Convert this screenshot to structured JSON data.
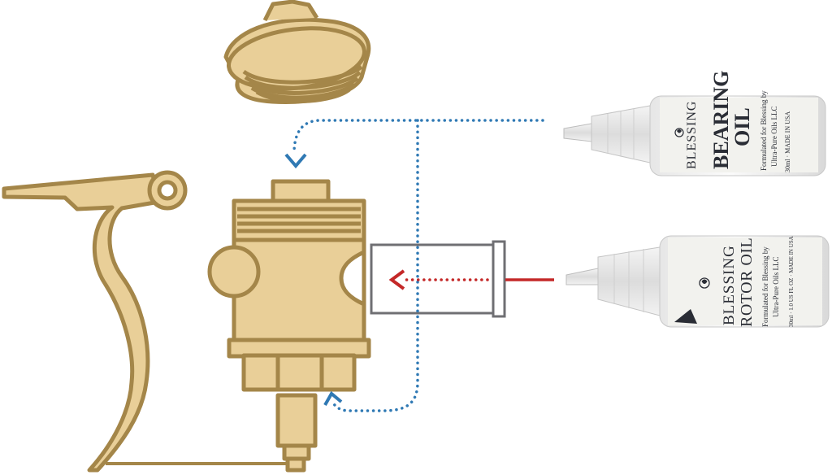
{
  "colors": {
    "brass_fill": "#e9cf98",
    "brass_stroke": "#a48649",
    "bearing_path": "#2f79b4",
    "rotor_path": "#c42828",
    "sleeve": "#6f6f73",
    "bottle_label": "#f2f2ee",
    "bottle_text": "#2a2d35"
  },
  "bearing_bottle": {
    "brand": "BLESSING",
    "product_line1": "BEARING",
    "product_line2": "OIL",
    "formulated_line1": "Formulated for Blessing by",
    "formulated_line2": "Ultra-Pure Oils LLC",
    "volume_line": "30ml · MADE IN USA"
  },
  "rotor_bottle": {
    "brand": "BLESSING",
    "product": "ROTOR OIL",
    "formulated_line1": "Formulated for Blessing by",
    "formulated_line2": "Ultra-Pure Oils LLC",
    "volume_line": "30ml · 1.0 US FL OZ · MADE IN USA"
  },
  "icons": {
    "bearing_logo": "blessing-logo-icon",
    "rotor_logo": "blessing-logo-icon"
  }
}
